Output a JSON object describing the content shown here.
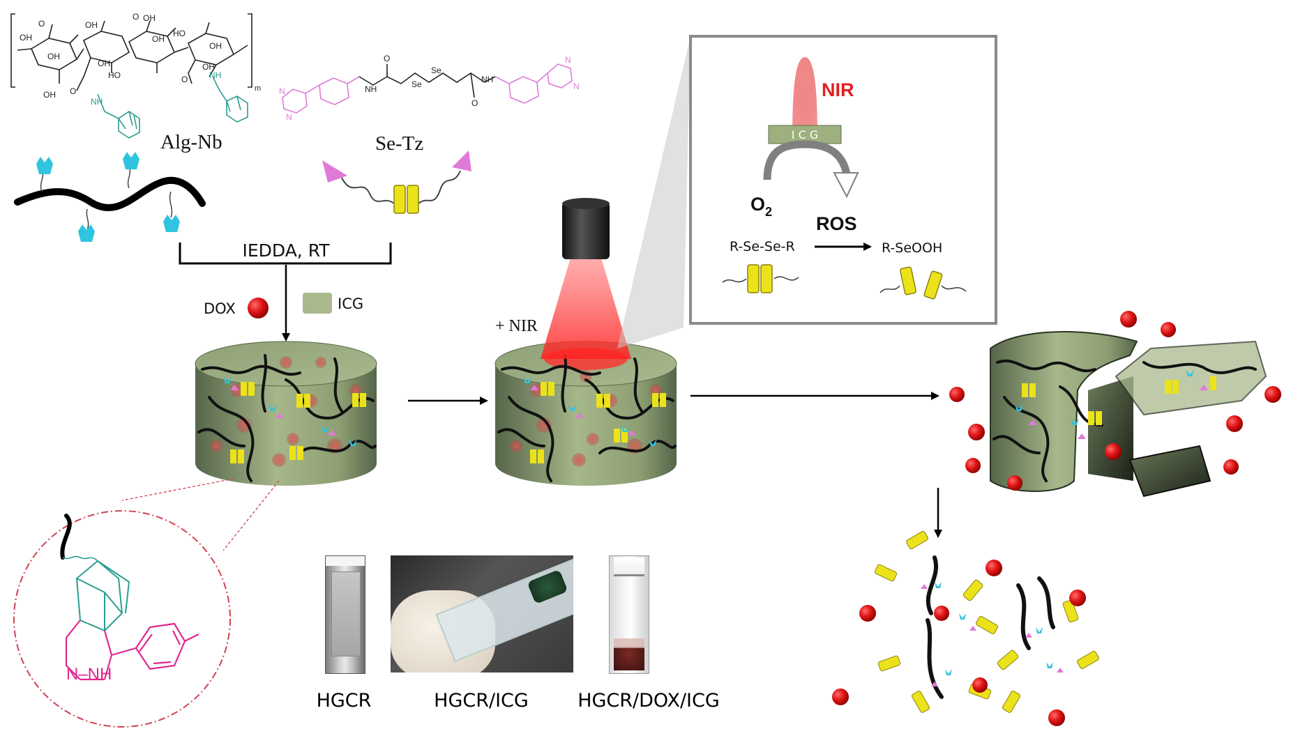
{
  "structures": {
    "alg_label": "Alg-Nb",
    "se_label": "Se-Tz",
    "oh": "OH",
    "ho": "HO",
    "nh": "NH",
    "o": "O",
    "se": "Se",
    "n": "N",
    "m": "m",
    "nnh": "N–NH"
  },
  "reaction": {
    "conditions": "IEDDA, RT",
    "dox_label": "DOX",
    "icg_label": "ICG",
    "nir_plus": "+ NIR"
  },
  "inset": {
    "nir": "NIR",
    "icg": "I C G",
    "o2": "O",
    "o2_sub": "2",
    "ros": "ROS",
    "reactant": "R-Se-Se-R",
    "product": "R-SeOOH"
  },
  "photos": {
    "labels": [
      "HGCR",
      "HGCR/ICG",
      "HGCR/DOX/ICG"
    ]
  },
  "colors": {
    "cyan": "#2fc4e0",
    "pink": "#e07ad8",
    "yellow": "#ece21a",
    "red": "#d81a1a",
    "gel": "#a9b98d",
    "magenta": "#e0278f",
    "teal": "#2a9d8f",
    "nir_red": "#e02020"
  }
}
